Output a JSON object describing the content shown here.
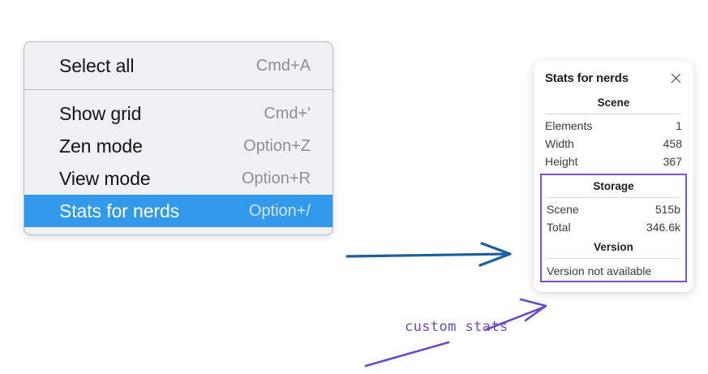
{
  "context_menu": {
    "name": "canvas-context-menu",
    "groups": [
      {
        "items": [
          {
            "label": "Select all",
            "shortcut": "Cmd+A",
            "selected": false
          }
        ]
      },
      {
        "items": [
          {
            "label": "Show grid",
            "shortcut": "Cmd+'",
            "selected": false
          },
          {
            "label": "Zen mode",
            "shortcut": "Option+Z",
            "selected": false
          },
          {
            "label": "View mode",
            "shortcut": "Option+R",
            "selected": false
          },
          {
            "label": "Stats for nerds",
            "shortcut": "Option+/",
            "selected": true
          }
        ]
      }
    ],
    "highlight_color": "#3399ea",
    "background_color": "#f0f1f3"
  },
  "stats_panel": {
    "title": "Stats for nerds",
    "close_icon": "close-icon",
    "sections": [
      {
        "title": "Scene",
        "rows": [
          {
            "key": "Elements",
            "value": "1"
          },
          {
            "key": "Width",
            "value": "458"
          },
          {
            "key": "Height",
            "value": "367"
          }
        ]
      },
      {
        "title": "Storage",
        "rows": [
          {
            "key": "Scene",
            "value": "515b"
          },
          {
            "key": "Total",
            "value": "346.6k"
          }
        ]
      },
      {
        "title": "Version",
        "rows": [],
        "note": "Version not available"
      }
    ],
    "highlight_box_color": "#7b52d6"
  },
  "annotations": {
    "blue_arrow": {
      "name": "blue-arrow",
      "color": "#1f5fa0"
    },
    "purple_arrow": {
      "name": "purple-arrow",
      "color": "#6a4acb"
    },
    "purple_tail": {
      "name": "purple-underline-stroke",
      "color": "#6a4acb"
    },
    "custom_stats_label": "custom stats"
  }
}
